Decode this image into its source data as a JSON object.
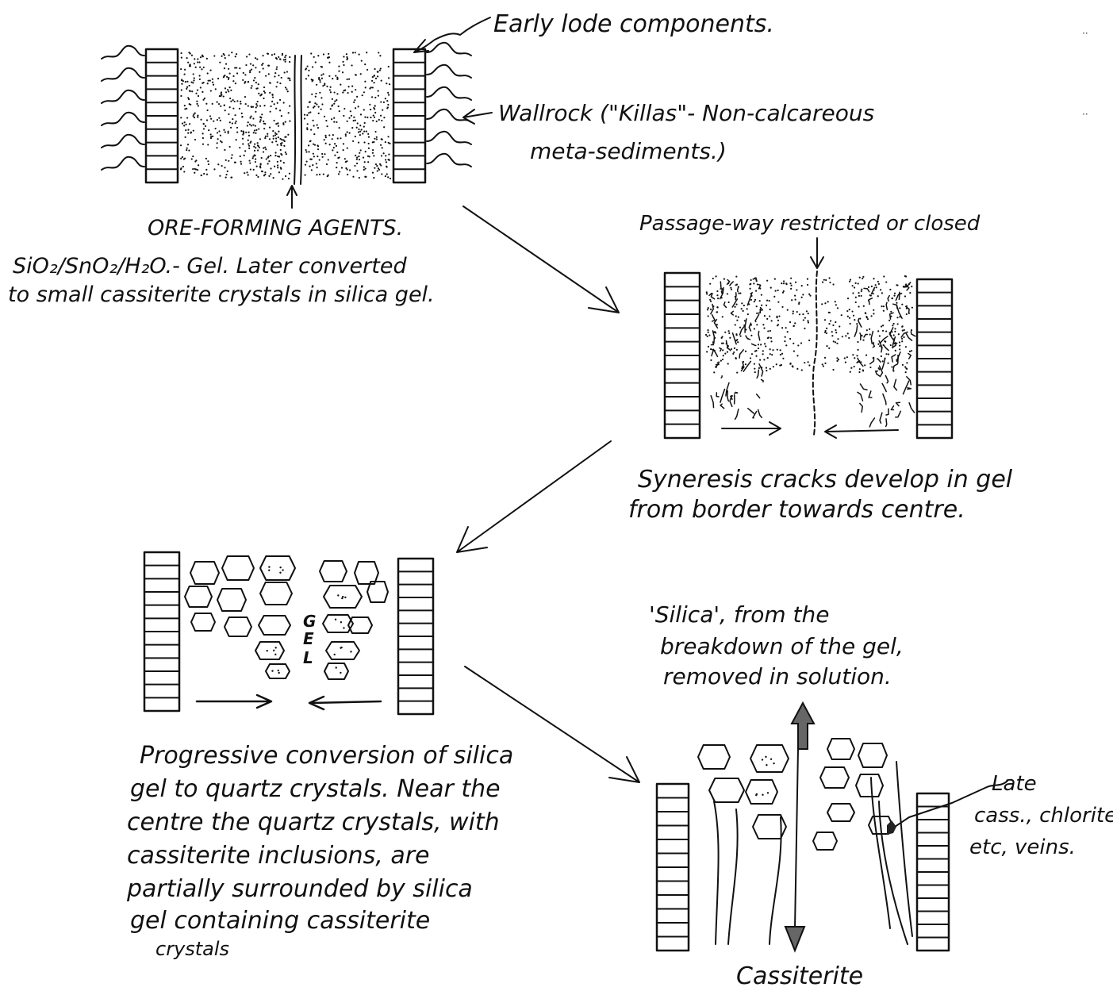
{
  "labels": {
    "early_lode": "Early lode components.",
    "wallrock_1": "Wallrock (\"Killas\"- Non-calcareous",
    "wallrock_2": "meta-sediments.)",
    "ore_title": "ORE-FORMING AGENTS.",
    "ore_1": "SiO₂/SnO₂/H₂O.- Gel. Later converted",
    "ore_2": "to small cassiterite crystals in silica gel.",
    "passage": "Passage-way restricted or closed",
    "syn_1": "Syneresis cracks develop in gel",
    "syn_2": "from border towards centre.",
    "gel_g": "G",
    "gel_e": "E",
    "gel_l": "L",
    "silica_1": "'Silica', from the",
    "silica_2": "breakdown of the gel,",
    "silica_3": "removed in solution.",
    "prog_1": "Progressive conversion of silica",
    "prog_2": "gel to quartz crystals. Near the",
    "prog_3": "centre the quartz crystals, with",
    "prog_4": "cassiterite inclusions, are",
    "prog_5": "partially surrounded by silica",
    "prog_6": "gel containing cassiterite",
    "prog_7": "crystals",
    "late_1": "Late",
    "late_2": "cass., chlorite,",
    "late_3": "etc, veins.",
    "cassiterite": "Cassiterite"
  },
  "colors": {
    "ink": "#111111",
    "paper": "#ffffff"
  }
}
